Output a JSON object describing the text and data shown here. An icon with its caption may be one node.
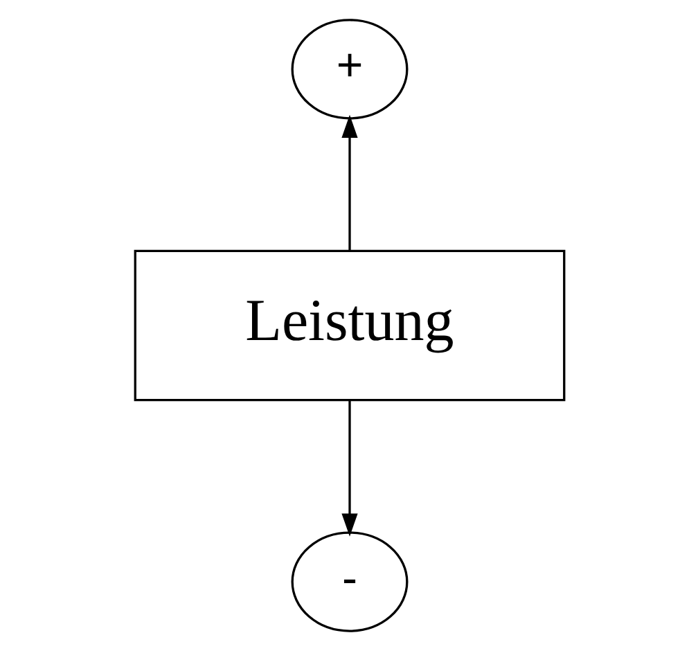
{
  "diagram": {
    "nodes": [
      {
        "text": [
          "+"
        ]
      },
      {
        "text": [
          "Leistung"
        ]
      },
      {
        "text": [
          "-"
        ]
      }
    ],
    "edges": [
      {
        "from": 1,
        "to": 0,
        "arrow": "to"
      },
      {
        "from": 1,
        "to": 2,
        "arrow": "to"
      }
    ]
  }
}
